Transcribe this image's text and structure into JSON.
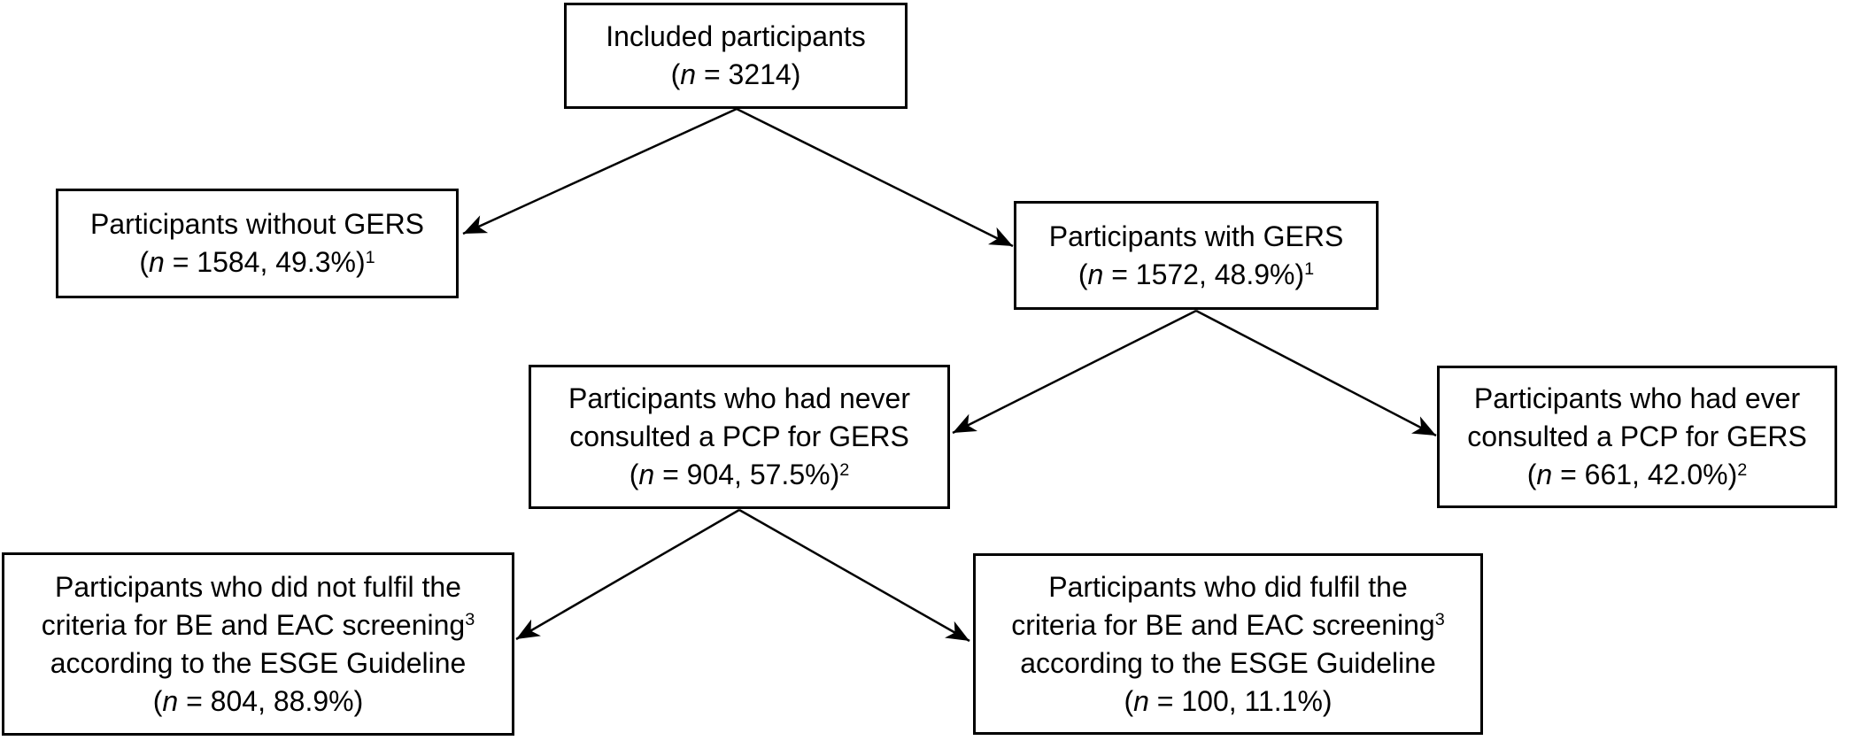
{
  "figure": {
    "type": "flowchart",
    "background_color": "#ffffff",
    "box_border_color": "#000000",
    "arrow_color": "#000000",
    "text_color": "#000000"
  },
  "boxes": {
    "included": {
      "line1": "Included participants",
      "stat_open": "(",
      "stat_n": "n",
      "stat_rest": " = 3214)"
    },
    "without_gers": {
      "line1": "Participants without GERS",
      "stat_open": "(",
      "stat_n": "n",
      "stat_rest": " = 1584, 49.3%)",
      "stat_sup": "1"
    },
    "with_gers": {
      "line1": "Participants with GERS",
      "stat_open": "(",
      "stat_n": "n",
      "stat_rest": " = 1572, 48.9%)",
      "stat_sup": "1"
    },
    "never_pcp": {
      "line1": "Participants who had never",
      "line2": "consulted a PCP for GERS",
      "stat_open": "(",
      "stat_n": "n",
      "stat_rest": " = 904, 57.5%)",
      "stat_sup": "2"
    },
    "ever_pcp": {
      "line1": "Participants who had ever",
      "line2": "consulted a PCP for GERS",
      "stat_open": "(",
      "stat_n": "n",
      "stat_rest": " = 661, 42.0%)",
      "stat_sup": "2"
    },
    "not_fulfil": {
      "line1": "Participants who did not fulfil the",
      "line2": "criteria for BE and EAC screening",
      "line2_sup": "3",
      "line3": "according to the ESGE Guideline",
      "stat_open": "(",
      "stat_n": "n",
      "stat_rest": " = 804, 88.9%)"
    },
    "fulfil": {
      "line1": "Participants who did fulfil the",
      "line2": "criteria for BE and EAC screening",
      "line2_sup": "3",
      "line3": "according to the ESGE Guideline",
      "stat_open": "(",
      "stat_n": "n",
      "stat_rest": " = 100, 11.1%)"
    }
  },
  "edges": [
    {
      "from": "included",
      "to": "without_gers"
    },
    {
      "from": "included",
      "to": "with_gers"
    },
    {
      "from": "with_gers",
      "to": "never_pcp"
    },
    {
      "from": "with_gers",
      "to": "ever_pcp"
    },
    {
      "from": "never_pcp",
      "to": "not_fulfil"
    },
    {
      "from": "never_pcp",
      "to": "fulfil"
    }
  ]
}
